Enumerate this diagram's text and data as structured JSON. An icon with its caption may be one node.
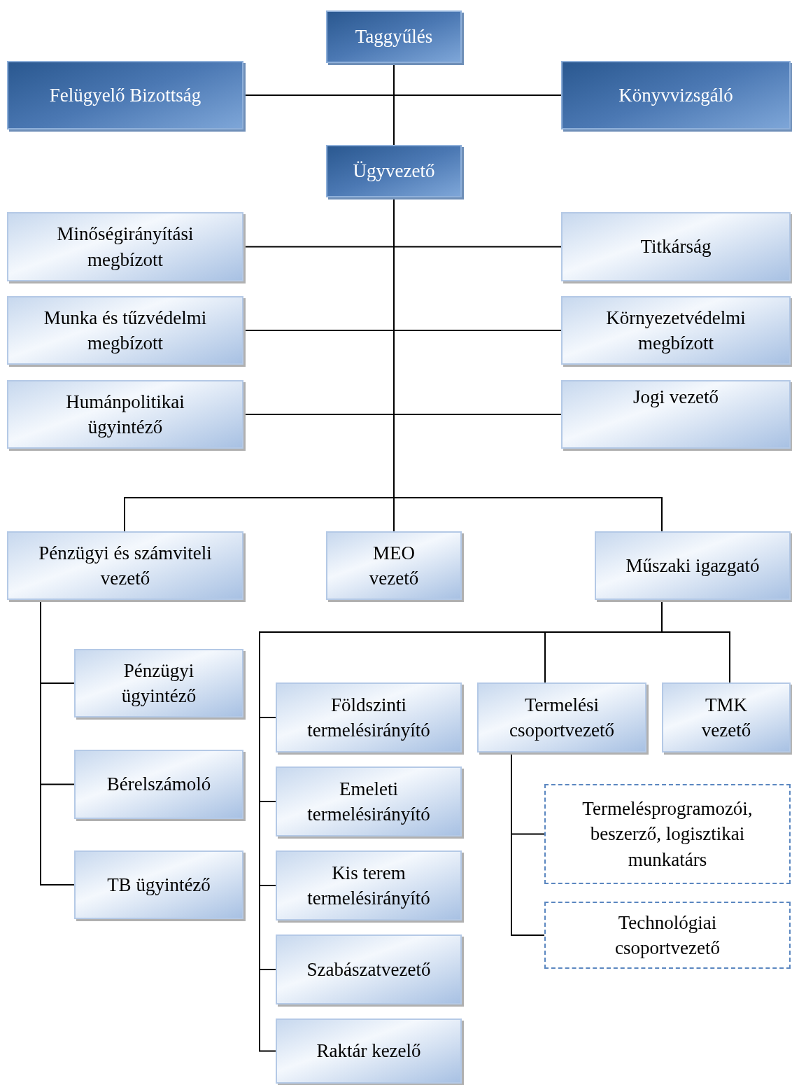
{
  "diagram": {
    "nodes": [
      {
        "text": [
          "Taggyűlés"
        ]
      },
      {
        "text": [
          "Felügyelő Bizottság"
        ]
      },
      {
        "text": [
          "Könyvvizsgáló"
        ]
      },
      {
        "text": [
          "Ügyvezető"
        ]
      },
      {
        "text": [
          "Minőségirányítási megbízott"
        ]
      },
      {
        "text": [
          "Titkárság"
        ]
      },
      {
        "text": [
          "Munka és tűzvédelmi megbízott"
        ]
      },
      {
        "text": [
          "Környezetvédelmi megbízott"
        ]
      },
      {
        "text": [
          "Humánpolitikai ügyintéző"
        ]
      },
      {
        "text": [
          "Jogi vezető"
        ]
      },
      {
        "text": [
          "Pénzügyi és számviteli vezető"
        ]
      },
      {
        "text": [
          "MEO vezető"
        ]
      },
      {
        "text": [
          "Műszaki igazgató"
        ]
      },
      {
        "text": [
          "Pénzügyi ügyintéző"
        ]
      },
      {
        "text": [
          "Bérelszámoló"
        ]
      },
      {
        "text": [
          "TB ügyintéző"
        ]
      },
      {
        "text": [
          "Földszinti termelésirányító"
        ]
      },
      {
        "text": [
          "Termelési csoportvezető"
        ]
      },
      {
        "text": [
          "TMK vezető"
        ]
      },
      {
        "text": [
          "Emeleti termelésirányító"
        ]
      },
      {
        "text": [
          "Kis terem termelésirányító"
        ]
      },
      {
        "text": [
          "Szabászatvezető"
        ]
      },
      {
        "text": [
          "Raktár kezelő"
        ]
      },
      {
        "text": [
          "Termelésprogramozói, beszerző, logisztikai munkatárs"
        ]
      },
      {
        "text": [
          "Technológiai csoportvezető"
        ]
      }
    ],
    "edges": [
      {
        "from": 0,
        "to": 1,
        "arrow": "none"
      },
      {
        "from": 0,
        "to": 2,
        "arrow": "none"
      },
      {
        "from": 0,
        "to": 3,
        "arrow": "none"
      },
      {
        "from": 3,
        "to": 4,
        "arrow": "none"
      },
      {
        "from": 3,
        "to": 5,
        "arrow": "none"
      },
      {
        "from": 3,
        "to": 6,
        "arrow": "none"
      },
      {
        "from": 3,
        "to": 7,
        "arrow": "none"
      },
      {
        "from": 3,
        "to": 8,
        "arrow": "none"
      },
      {
        "from": 3,
        "to": 9,
        "arrow": "none"
      },
      {
        "from": 3,
        "to": 10,
        "arrow": "none"
      },
      {
        "from": 3,
        "to": 11,
        "arrow": "none"
      },
      {
        "from": 3,
        "to": 12,
        "arrow": "none"
      },
      {
        "from": 10,
        "to": 13,
        "arrow": "none"
      },
      {
        "from": 10,
        "to": 14,
        "arrow": "none"
      },
      {
        "from": 10,
        "to": 15,
        "arrow": "none"
      },
      {
        "from": 12,
        "to": 16,
        "arrow": "none"
      },
      {
        "from": 12,
        "to": 17,
        "arrow": "none"
      },
      {
        "from": 12,
        "to": 18,
        "arrow": "none"
      },
      {
        "from": 12,
        "to": 19,
        "arrow": "none"
      },
      {
        "from": 12,
        "to": 20,
        "arrow": "none"
      },
      {
        "from": 12,
        "to": 21,
        "arrow": "none"
      },
      {
        "from": 12,
        "to": 22,
        "arrow": "none"
      },
      {
        "from": 17,
        "to": 23,
        "arrow": "none"
      },
      {
        "from": 17,
        "to": 24,
        "arrow": "none"
      }
    ]
  }
}
